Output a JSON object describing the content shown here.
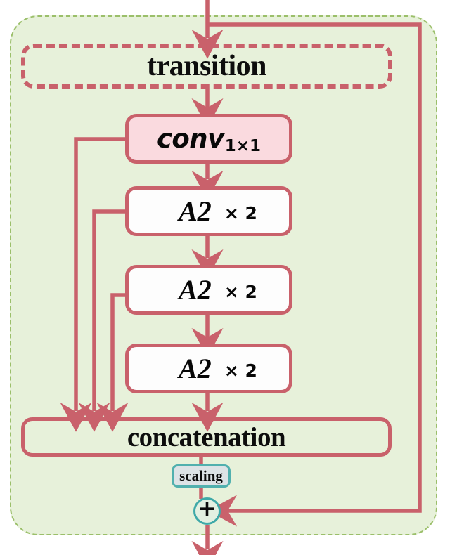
{
  "diagram": {
    "title": "transition-block-architecture",
    "colors": {
      "wire": "#c9616b",
      "container_border": "#9bbf6a",
      "container_fill": "#e7f1da",
      "conv_fill": "#fadadf",
      "a2_fill": "#fdfdfd",
      "scaling_border": "#51b0ae",
      "scaling_fill": "#dde3e6",
      "add_border": "#3fa9a8",
      "text": "#0d0d0d"
    },
    "nodes": {
      "transition": {
        "label": "transition"
      },
      "conv": {
        "main": "conv",
        "subscript": "1×1"
      },
      "a2_block_1": {
        "main": "A2",
        "multiplier": "× 2"
      },
      "a2_block_2": {
        "main": "A2",
        "multiplier": "× 2"
      },
      "a2_block_3": {
        "main": "A2",
        "multiplier": "× 2"
      },
      "concatenation": {
        "label": "concatenation"
      },
      "scaling": {
        "label": "scaling"
      },
      "add": {
        "label": "+"
      }
    },
    "edges": [
      {
        "from": "input",
        "to": "transition"
      },
      {
        "from": "input",
        "to": "add",
        "type": "residual-skip-right"
      },
      {
        "from": "transition",
        "to": "conv"
      },
      {
        "from": "conv",
        "to": "a2_block_1"
      },
      {
        "from": "conv",
        "to": "concatenation",
        "type": "dense-skip-left"
      },
      {
        "from": "a2_block_1",
        "to": "a2_block_2"
      },
      {
        "from": "a2_block_1",
        "to": "concatenation",
        "type": "dense-skip-left"
      },
      {
        "from": "a2_block_2",
        "to": "a2_block_3"
      },
      {
        "from": "a2_block_2",
        "to": "concatenation",
        "type": "dense-skip-left"
      },
      {
        "from": "a2_block_3",
        "to": "concatenation"
      },
      {
        "from": "concatenation",
        "to": "scaling"
      },
      {
        "from": "scaling",
        "to": "add"
      },
      {
        "from": "add",
        "to": "output"
      }
    ]
  }
}
